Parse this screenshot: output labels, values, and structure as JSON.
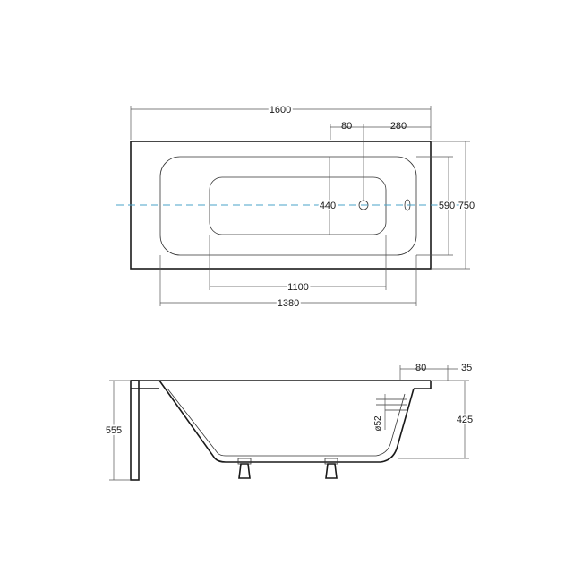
{
  "colors": {
    "line": "#1a1a1a",
    "dimension": "#555555",
    "centerline": "#4aa3c8",
    "background": "#ffffff"
  },
  "top_view": {
    "overall_length": "1600",
    "rim_width_right": "80",
    "drain_offset": "280",
    "overall_width": "750",
    "inner_width": "590",
    "bottom_width": "440",
    "bottom_length": "1100",
    "inner_length": "1380"
  },
  "side_view": {
    "rim_thickness": "80",
    "rim_overhang": "35",
    "total_height": "555",
    "inner_depth": "425",
    "overflow_diameter": "ø52"
  }
}
